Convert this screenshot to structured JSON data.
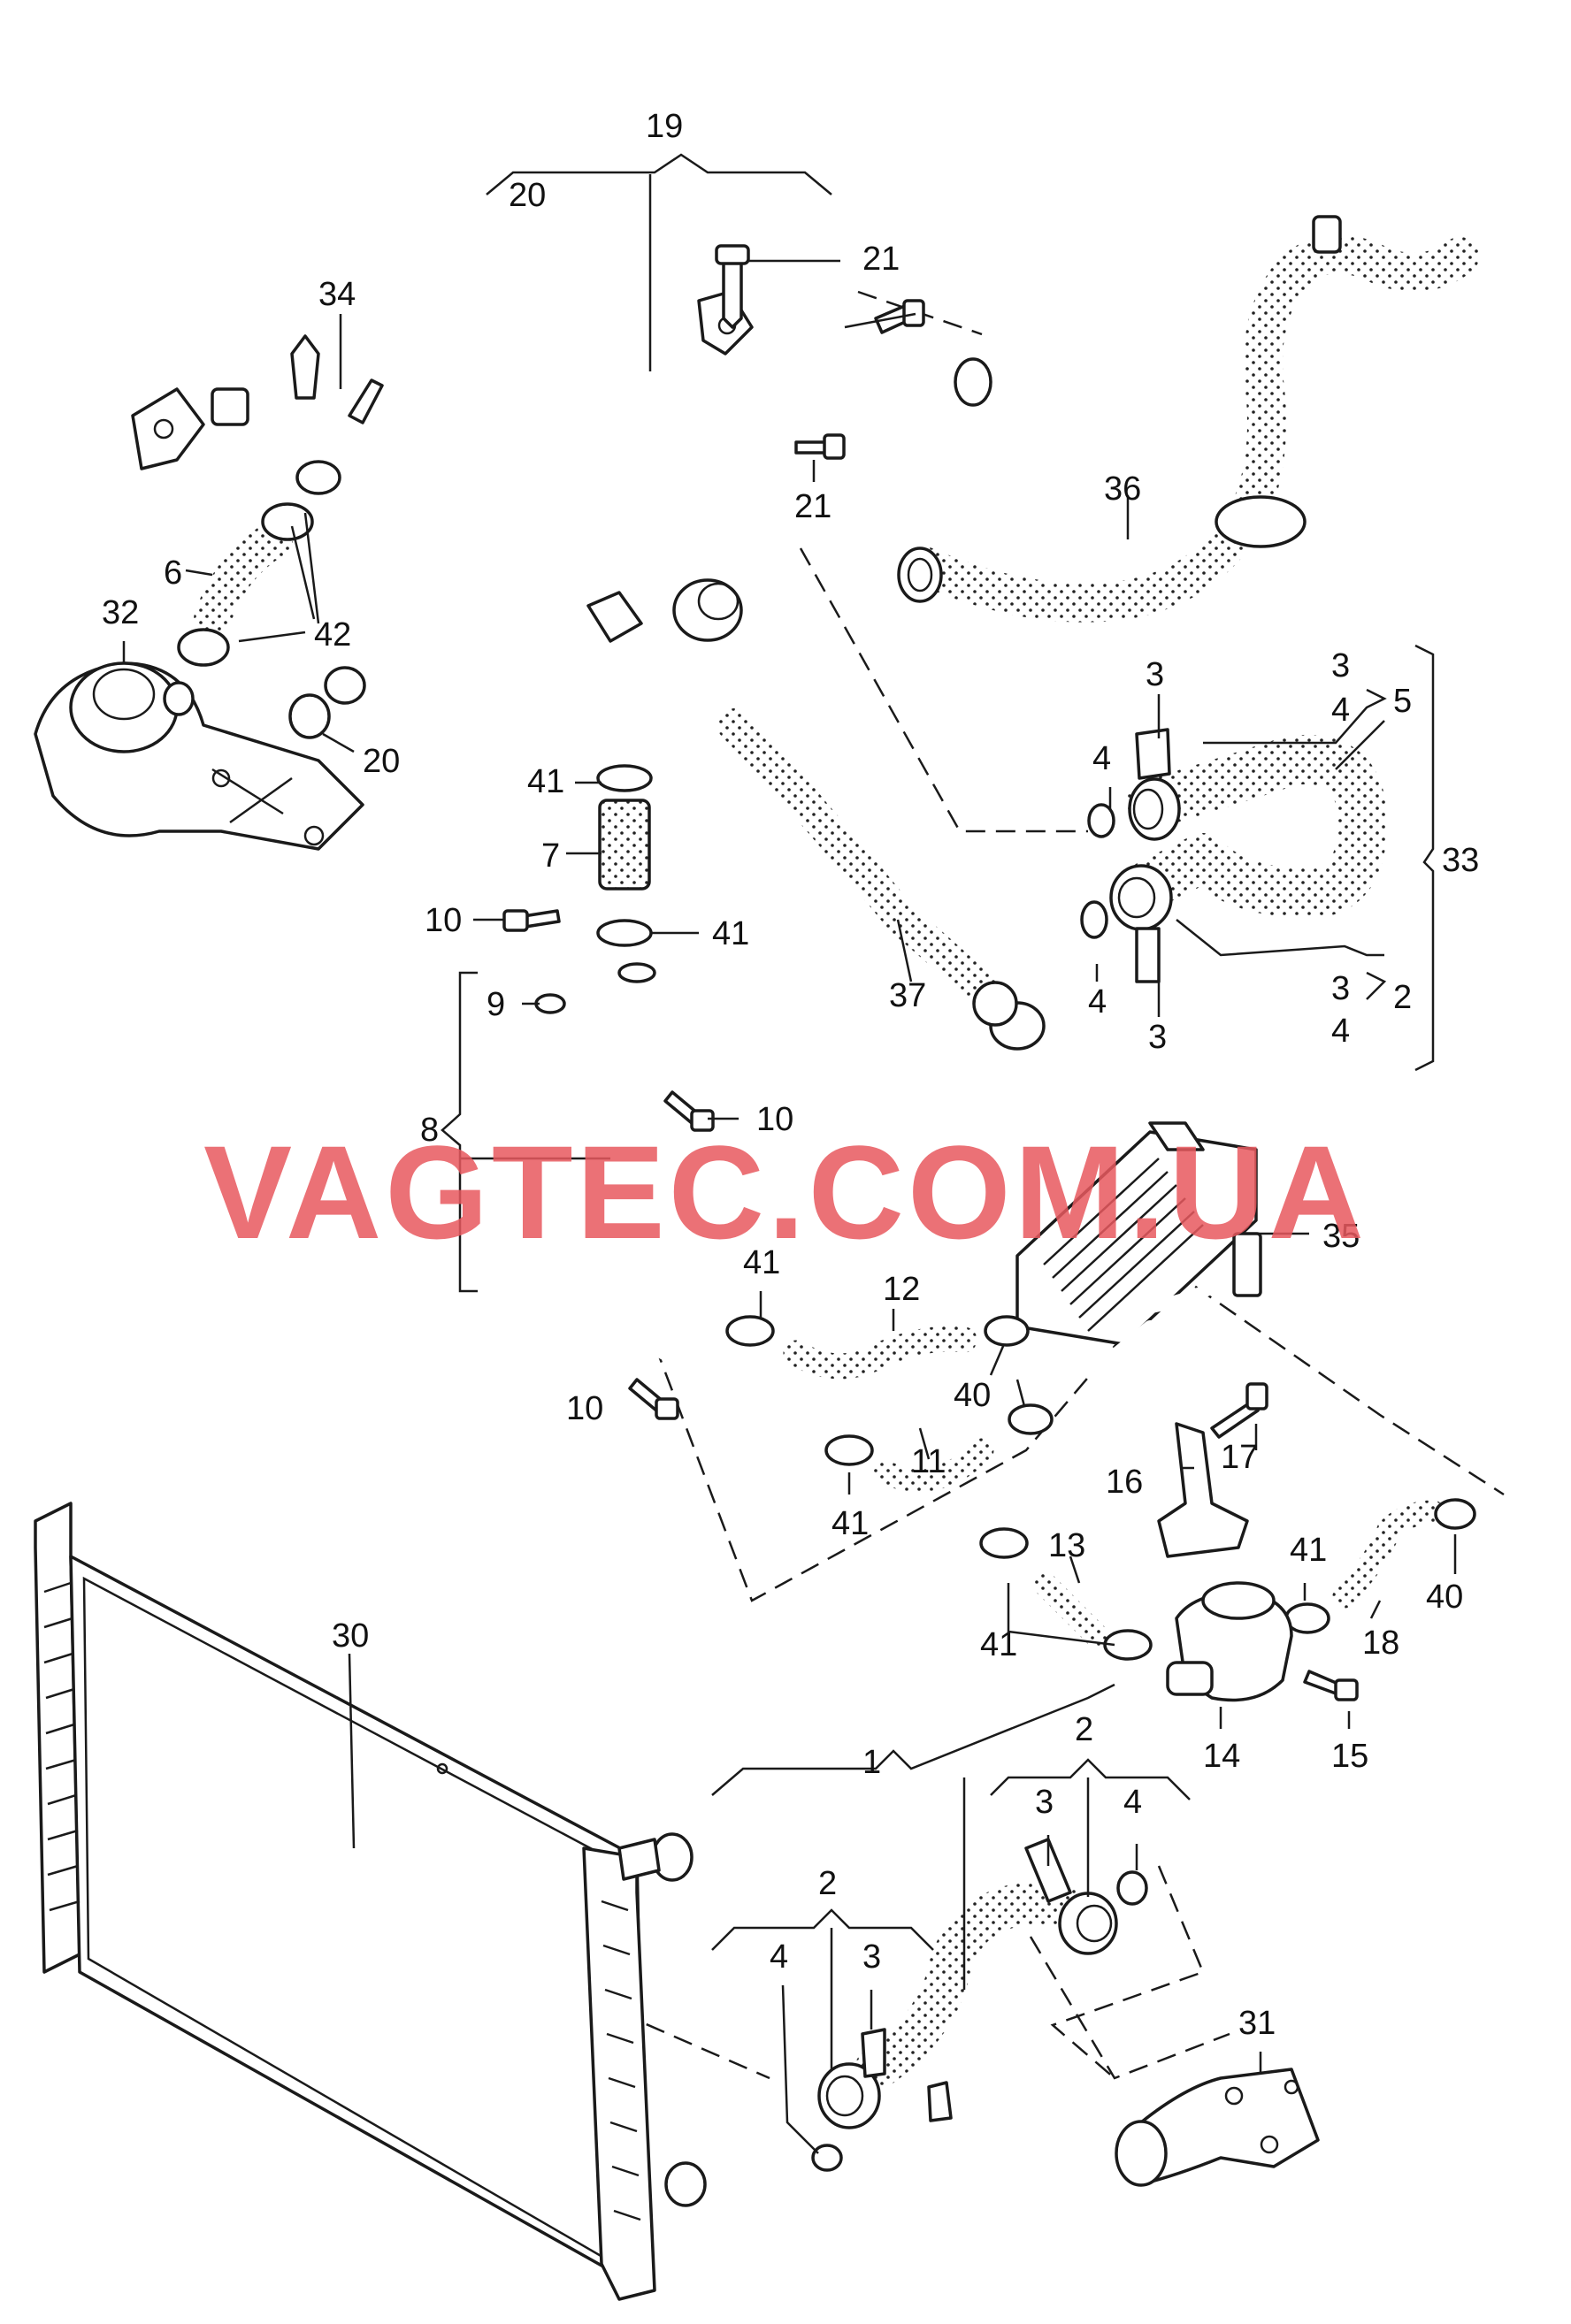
{
  "watermark": {
    "text": "VAGTEC.COM.UA",
    "color": "#e8595f"
  },
  "colors": {
    "line": "#1a1a1a",
    "hose_fill": "#d9d9d9"
  },
  "labels": [
    {
      "id": "l19",
      "text": "19"
    },
    {
      "id": "l20a",
      "text": "20"
    },
    {
      "id": "l21a",
      "text": "21"
    },
    {
      "id": "l21b",
      "text": "21"
    },
    {
      "id": "l34",
      "text": "34"
    },
    {
      "id": "l36",
      "text": "36"
    },
    {
      "id": "l6",
      "text": "6"
    },
    {
      "id": "l42",
      "text": "42"
    },
    {
      "id": "l32",
      "text": "32"
    },
    {
      "id": "l20b",
      "text": "20"
    },
    {
      "id": "l41a",
      "text": "41"
    },
    {
      "id": "l7",
      "text": "7"
    },
    {
      "id": "l10a",
      "text": "10"
    },
    {
      "id": "l41b",
      "text": "41"
    },
    {
      "id": "l9",
      "text": "9"
    },
    {
      "id": "l8",
      "text": "8"
    },
    {
      "id": "l10b",
      "text": "10"
    },
    {
      "id": "l37",
      "text": "37"
    },
    {
      "id": "l3a",
      "text": "3"
    },
    {
      "id": "l4a",
      "text": "4"
    },
    {
      "id": "l3b",
      "text": "3"
    },
    {
      "id": "l4b",
      "text": "4"
    },
    {
      "id": "l5",
      "text": "5"
    },
    {
      "id": "l33",
      "text": "33"
    },
    {
      "id": "l3c",
      "text": "3"
    },
    {
      "id": "l4c",
      "text": "4"
    },
    {
      "id": "l2a",
      "text": "2"
    },
    {
      "id": "l4d",
      "text": "4"
    },
    {
      "id": "l3d",
      "text": "3"
    },
    {
      "id": "l35",
      "text": "35"
    },
    {
      "id": "l41c",
      "text": "41"
    },
    {
      "id": "l12",
      "text": "12"
    },
    {
      "id": "l10c",
      "text": "10"
    },
    {
      "id": "l40a",
      "text": "40"
    },
    {
      "id": "l11",
      "text": "11"
    },
    {
      "id": "l41d",
      "text": "41"
    },
    {
      "id": "l17",
      "text": "17"
    },
    {
      "id": "l16",
      "text": "16"
    },
    {
      "id": "l13",
      "text": "13"
    },
    {
      "id": "l41e",
      "text": "41"
    },
    {
      "id": "l41f",
      "text": "41"
    },
    {
      "id": "l18",
      "text": "18"
    },
    {
      "id": "l40b",
      "text": "40"
    },
    {
      "id": "l14",
      "text": "14"
    },
    {
      "id": "l15",
      "text": "15"
    },
    {
      "id": "l30",
      "text": "30"
    },
    {
      "id": "l1",
      "text": "1"
    },
    {
      "id": "l2b",
      "text": "2"
    },
    {
      "id": "l3e",
      "text": "3"
    },
    {
      "id": "l4e",
      "text": "4"
    },
    {
      "id": "l2c",
      "text": "2"
    },
    {
      "id": "l4f",
      "text": "4"
    },
    {
      "id": "l3f",
      "text": "3"
    },
    {
      "id": "l31",
      "text": "31"
    }
  ]
}
